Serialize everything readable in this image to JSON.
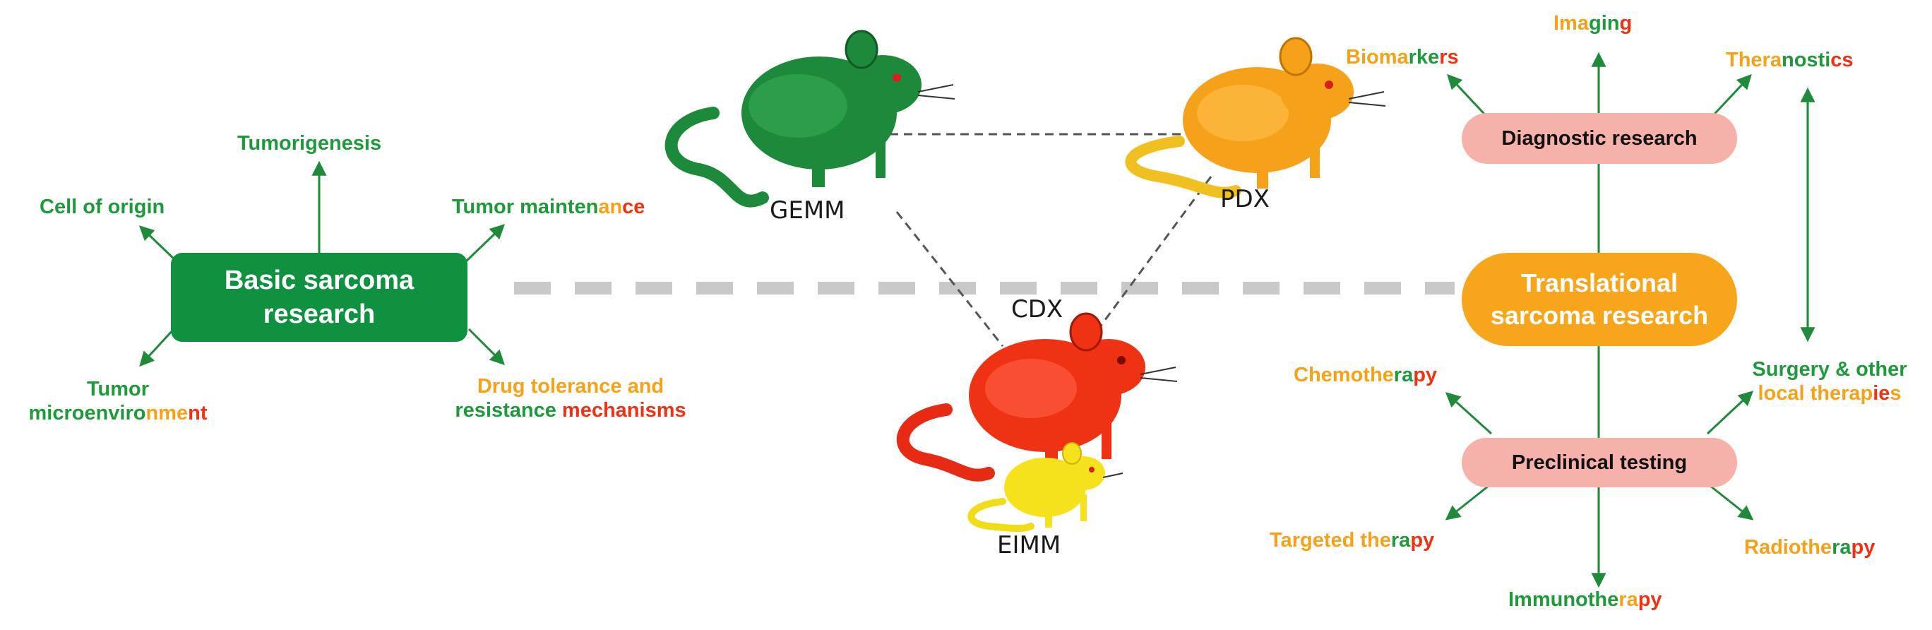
{
  "colors": {
    "green": "#1e9a3c",
    "orange": "#f5a21a",
    "red": "#f03214",
    "yellow": "#f6e21c",
    "pink": "#f7b1ab",
    "box_green": "#0f9140",
    "gray_dash": "#c8c8c8"
  },
  "left": {
    "box": {
      "line1": "Basic sarcoma",
      "line2": "research"
    },
    "tumorigenesis": "Tumorigenesis",
    "cell_of_origin": "Cell of origin",
    "tumor_maintenance": {
      "a": "Tumor mainten",
      "b": "an",
      "c": "ce"
    },
    "tumor_micro_1": "Tumor",
    "tumor_micro_2": {
      "a": "microenviro",
      "b": "nme",
      "c": "nt"
    },
    "drug_1": "Drug tolerance and",
    "drug_2": {
      "a": "resistance ",
      "b": "mechanisms"
    }
  },
  "models": {
    "gemm": "GEMM",
    "pdx": "PDX",
    "cdx": "CDX",
    "eimm": "EIMM"
  },
  "right": {
    "translational": {
      "line1": "Translational",
      "line2": "sarcoma research"
    },
    "diagnostic": "Diagnostic research",
    "preclinical": "Preclinical testing",
    "imaging": {
      "a": "Ima",
      "b": "gin",
      "c": "g"
    },
    "biomarkers": {
      "a": "Bioma",
      "b": "rke",
      "c": "rs"
    },
    "theranostics": {
      "a": "Thera",
      "b": "nosti",
      "c": "cs"
    },
    "chemotherapy": {
      "a": "Chemothe",
      "b": "ra",
      "c": "py"
    },
    "surgery_1": "Surgery & other",
    "surgery_2": {
      "a": "local therap",
      "b": "ie",
      "c": "s"
    },
    "targeted": {
      "a": "Targeted the",
      "b": "ra",
      "c": "py"
    },
    "radiotherapy": {
      "a": "Radiothe",
      "b": "ra",
      "c": "py"
    },
    "immunotherapy": {
      "a": "Immunothe",
      "b": "ra",
      "c": "py"
    }
  }
}
